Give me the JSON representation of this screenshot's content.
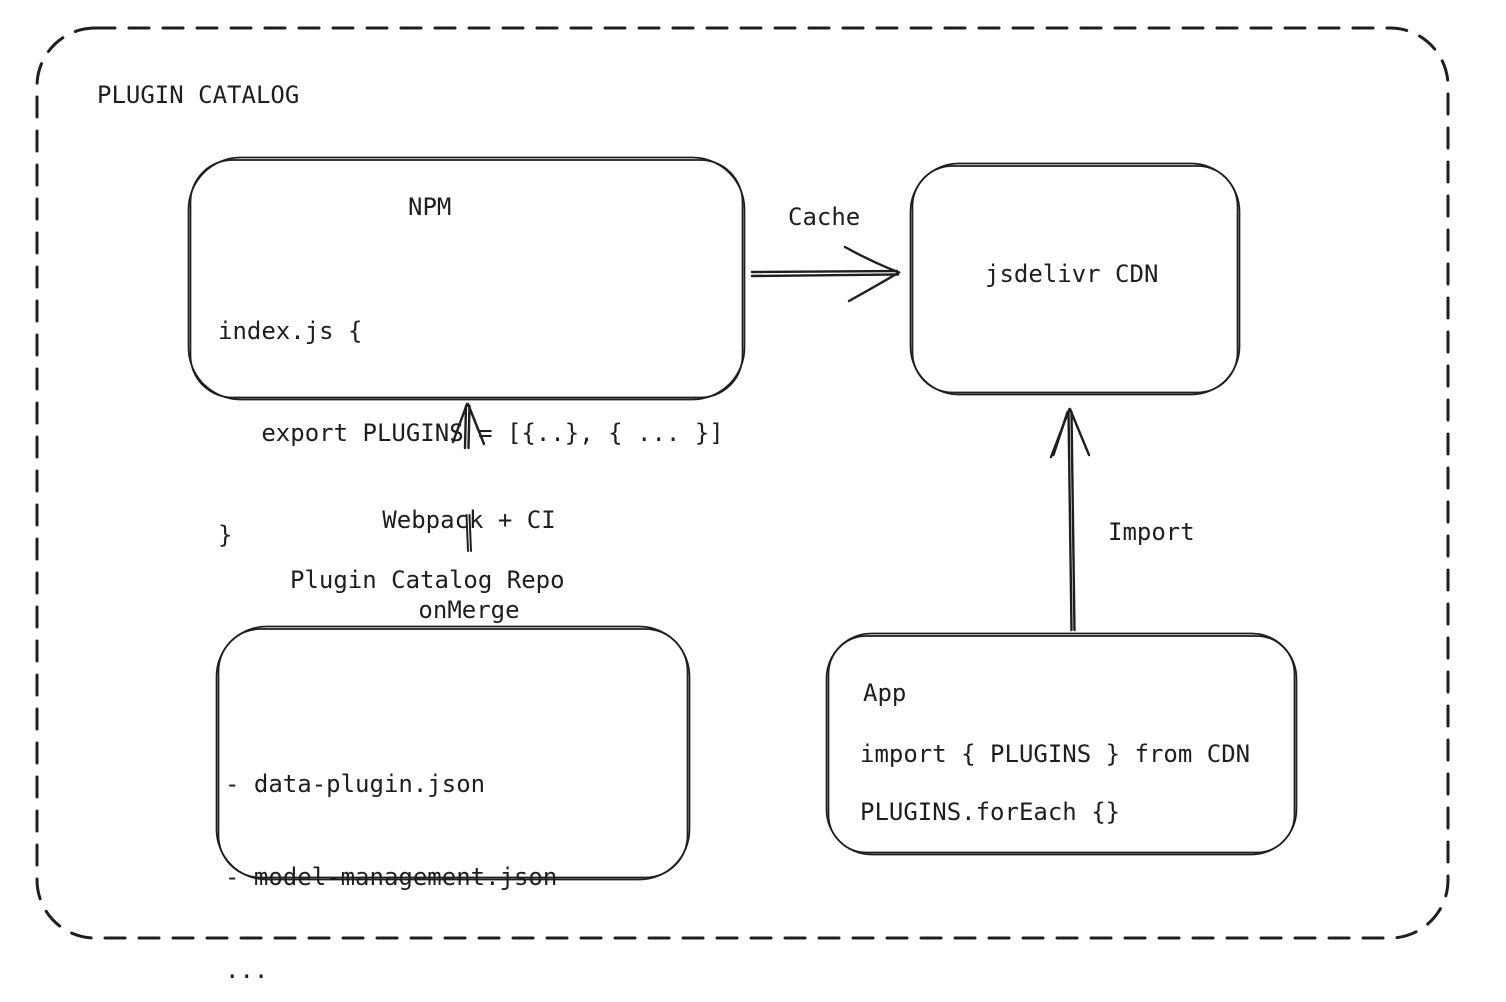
{
  "canvas": {
    "background": "#ffffff",
    "stroke_color": "#1e1e1e"
  },
  "boundary": {
    "title": "PLUGIN CATALOG"
  },
  "nodes": {
    "npm": {
      "title": "NPM",
      "code_lines": [
        "index.js {",
        "   export PLUGINS = [{..}, { ... }]",
        "}"
      ]
    },
    "cdn": {
      "label": "jsdelivr CDN"
    },
    "repo": {
      "label": "Plugin Catalog Repo",
      "files": [
        "- data-plugin.json",
        "- model-management.json",
        "..."
      ]
    },
    "app": {
      "title": "App",
      "code_lines": [
        "import { PLUGINS } from CDN",
        "PLUGINS.forEach {}"
      ]
    }
  },
  "edges": {
    "cache": {
      "label": "Cache"
    },
    "build": {
      "label_line1": "Webpack + CI",
      "label_line2": "onMerge"
    },
    "import": {
      "label": "Import"
    }
  }
}
